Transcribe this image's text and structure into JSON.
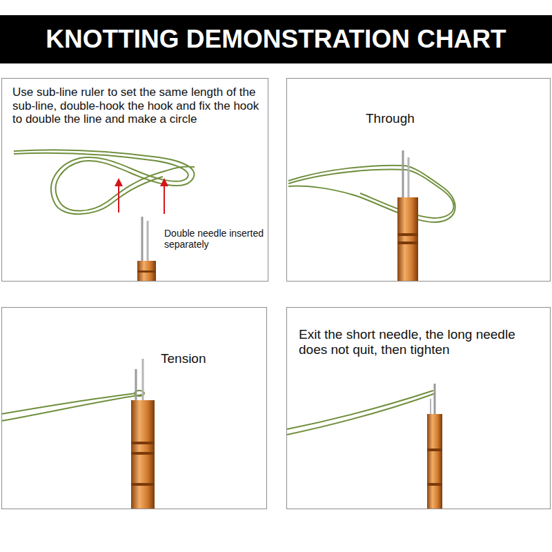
{
  "diagram": {
    "title": "KNOTTING DEMONSTRATION CHART",
    "nodes": [
      {
        "text": [
          "Use sub-line ruler to set the same length of the sub-line, double-hook the hook and fix the hook to double the line and make a circle",
          "Double needle inserted separately"
        ]
      },
      {
        "text": [
          "Through"
        ]
      },
      {
        "text": [
          "Tension"
        ]
      },
      {
        "text": [
          "Exit the short needle, the long needle does not quit, then tighten"
        ]
      }
    ]
  }
}
